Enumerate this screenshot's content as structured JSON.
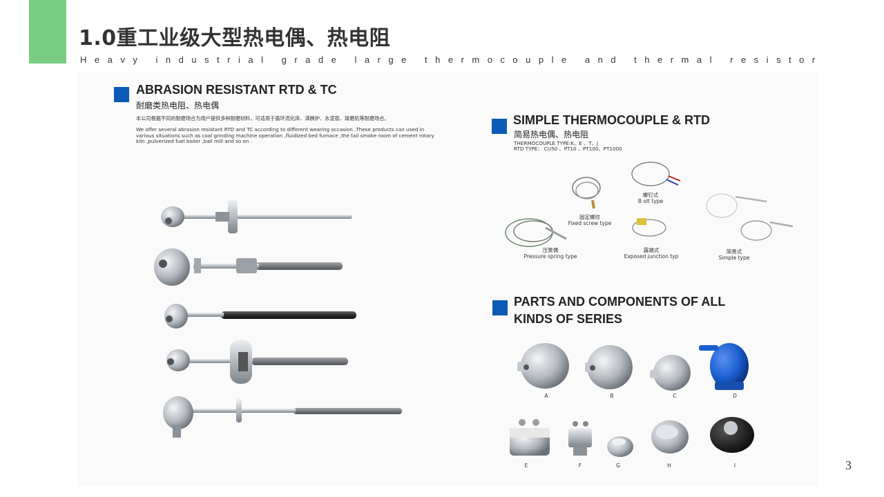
{
  "colors": {
    "accent_green": "#79cc84",
    "brand_blue": "#0b5ab6",
    "steel": "#b9bec4",
    "dark_rod": "#2c2c2c",
    "cap_blue": "#1a5fcf"
  },
  "header": {
    "title": "1.0重工业级大型热电偶、热电阻",
    "subtitle": "Heavy industrial grade large thermocouple and thermal resistor"
  },
  "abrasion": {
    "title": "ABRASION RESISTANT RTD & TC",
    "title_cn": "耐磨类热电阻、热电偶",
    "desc_cn": "本公司根据不同的耐磨场合为用户提供多种耐磨材料，可适用于循环流化床、沸腾炉、水泥窑、球磨机等耐磨场合。",
    "desc_en_lines": [
      "We offer several abrasion resistant RTD and TC according to different wearing occasion .These products can used in",
      "various situations such as coal grinding machine operation ,fluidized bed furnace ,the tail smoke room of cement rotary",
      "kiln ,pulverized fuel boiler ,ball mill and so on ."
    ]
  },
  "simple": {
    "title": "SIMPLE THERMOCOUPLE & RTD",
    "title_cn": "简易热电偶、热电阻",
    "types": [
      "THERMOCOUPLE TYPE:K、E 、T、J",
      "RTD TYPE： CU50 、PT10 、PT100、PT1000"
    ],
    "captions": [
      {
        "cn": "螺钉式",
        "en": "B olt type"
      },
      {
        "cn": "固定螺纹",
        "en": "Fixed screw type"
      },
      {
        "cn": "压簧偶",
        "en": "Pressure spring type"
      },
      {
        "cn": "露端式",
        "en": "Exposed  junction typ"
      },
      {
        "cn": "简易式",
        "en": "Simple type"
      }
    ]
  },
  "parts": {
    "title_lines": [
      "PARTS AND COMPONENTS OF ALL",
      "KINDS OF SERIES"
    ],
    "labels": [
      "A",
      "B",
      "C",
      "D",
      "E",
      "F",
      "G",
      "H",
      "I"
    ]
  },
  "page_number": "3"
}
